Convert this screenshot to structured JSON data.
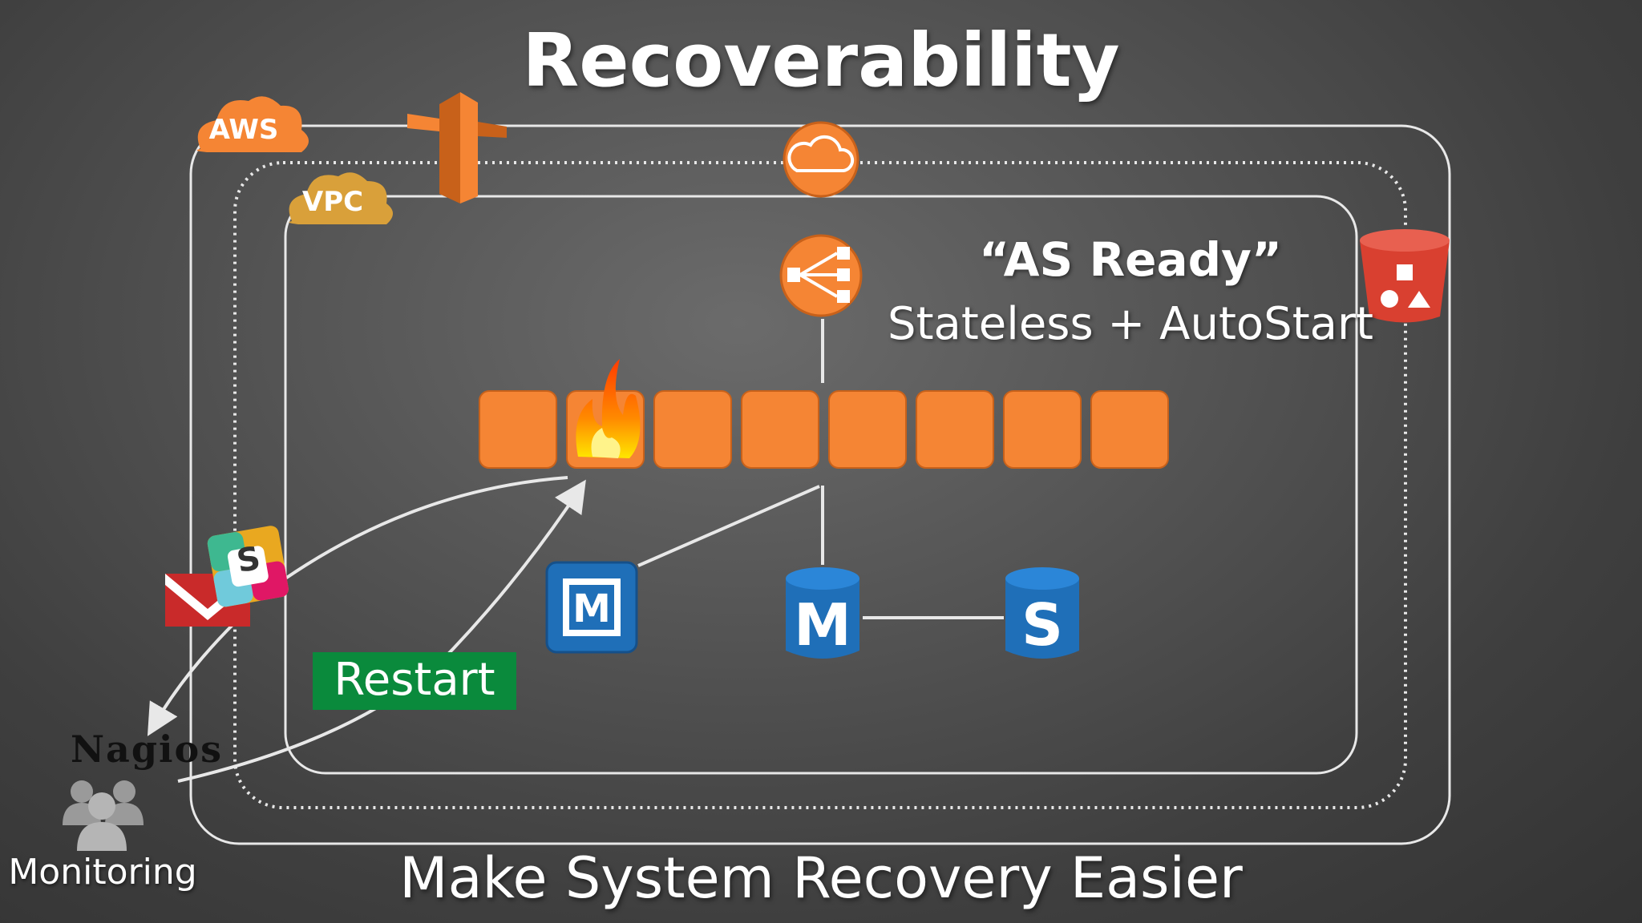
{
  "title": "Recoverability",
  "subtitle": "Make System Recovery Easier",
  "as_ready": "“AS Ready”",
  "stateless": "Stateless + AutoStart",
  "restart": "Restart",
  "monitoring": "Monitoring",
  "nagios": "Nagios",
  "aws": "AWS",
  "vpc": "VPC",
  "memcache_letter": "M",
  "db_master_letter": "M",
  "db_slave_letter": "S",
  "slack_letter": "S",
  "colors": {
    "orange": "#f58534",
    "orange_dark": "#c8611a",
    "aws_cloud": "#f58534",
    "vpc_cloud": "#d9a03a",
    "blue": "#1f6fb8",
    "red_bucket": "#d94030",
    "green": "#0a8a3c",
    "line": "#e8e8e8"
  },
  "instances": [
    {
      "id": 1,
      "on_fire": false
    },
    {
      "id": 2,
      "on_fire": true
    },
    {
      "id": 3,
      "on_fire": false
    },
    {
      "id": 4,
      "on_fire": false
    },
    {
      "id": 5,
      "on_fire": false
    },
    {
      "id": 6,
      "on_fire": false
    },
    {
      "id": 7,
      "on_fire": false
    },
    {
      "id": 8,
      "on_fire": false
    }
  ]
}
